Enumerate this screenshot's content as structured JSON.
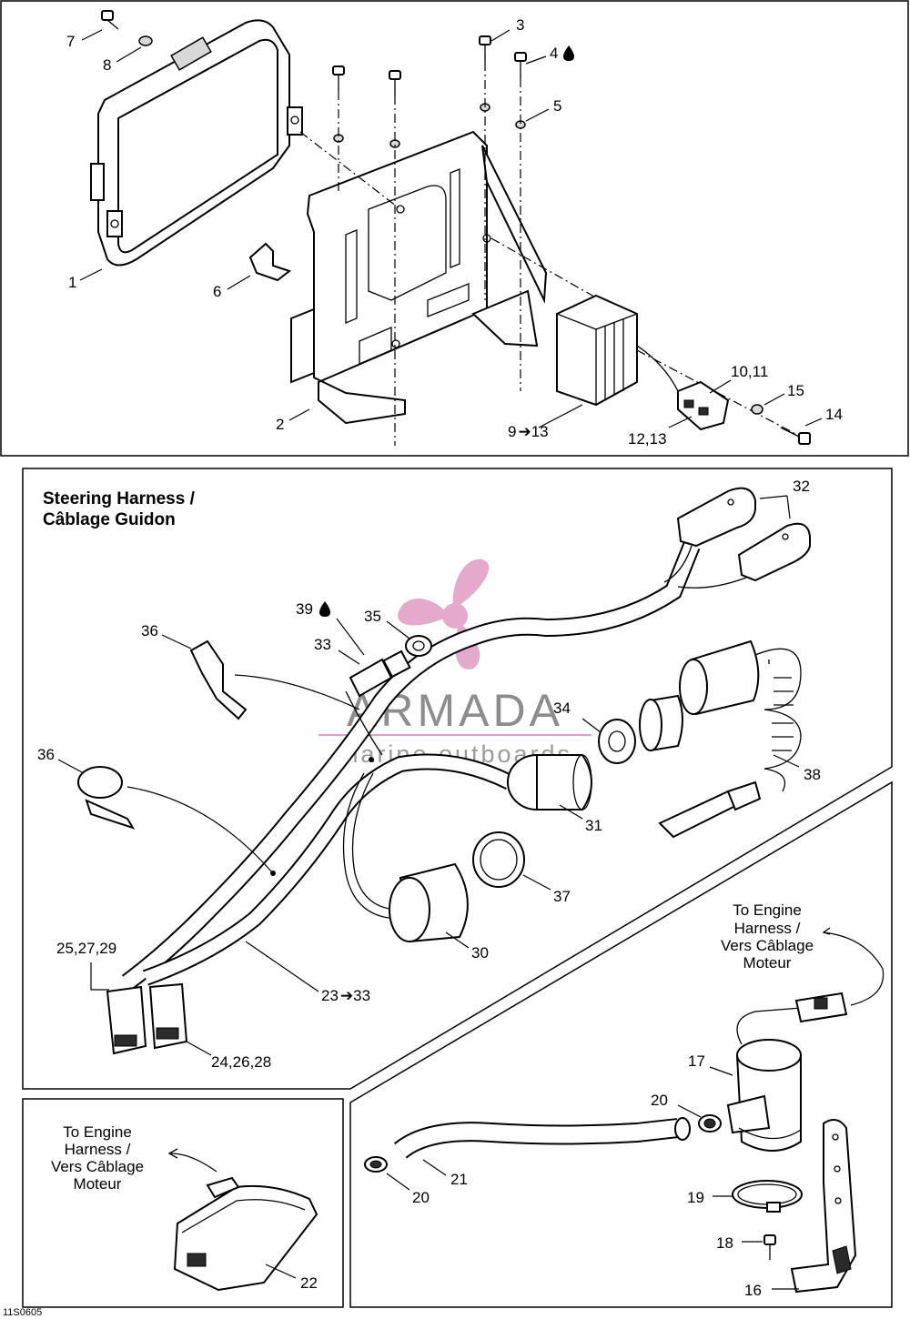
{
  "diagram": {
    "document_code": "11S0605",
    "steering_section": {
      "title_line1": "Steering Harness /",
      "title_line2": "Câblage Guidon"
    },
    "engine_note_pump": [
      "To Engine",
      "Harness /",
      "Vers Câblage",
      "Moteur"
    ],
    "engine_note_connector": [
      "To Engine",
      "Harness /",
      "Vers Câblage",
      "Moteur"
    ],
    "watermark": {
      "brand": "ARMADA",
      "tagline": "marine outboards",
      "colors": {
        "propeller": "#e2a0c6",
        "text": "#7a7a7a"
      }
    },
    "callouts": {
      "c1": "1",
      "c2": "2",
      "c3": "3",
      "c4": "4",
      "c5": "5",
      "c6": "6",
      "c7": "7",
      "c8": "8",
      "c9_13": "9",
      "c9_13_end": "13",
      "c10_11": "10,11",
      "c12_13": "12,13",
      "c14": "14",
      "c15": "15",
      "c16": "16",
      "c17": "17",
      "c18": "18",
      "c19": "19",
      "c20a": "20",
      "c20b": "20",
      "c21": "21",
      "c22": "22",
      "c23_33": "23",
      "c23_33_end": "33",
      "c24": "24,26,28",
      "c25": "25,27,29",
      "c30": "30",
      "c31": "31",
      "c32": "32",
      "c33": "33",
      "c34": "34",
      "c35": "35",
      "c36a": "36",
      "c36b": "36",
      "c37": "37",
      "c38": "38",
      "c39": "39"
    },
    "icons": {
      "arrow": "right-arrow-icon",
      "drop": "oil-drop-icon"
    }
  }
}
